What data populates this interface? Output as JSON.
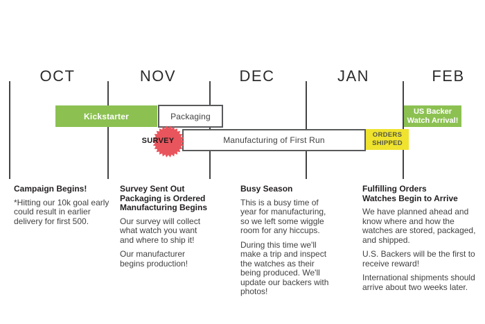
{
  "colors": {
    "green": "#8cc152",
    "yellow": "#efe32e",
    "red": "#e9555d"
  },
  "months": [
    "OCT",
    "NOV",
    "DEC",
    "JAN",
    "FEB"
  ],
  "bars": {
    "kickstarter": "Kickstarter",
    "packaging": "Packaging",
    "survey": "SURVEY",
    "manufacturing": "Manufacturing of First Run",
    "orders_shipped": [
      "ORDERS",
      "SHIPPED"
    ],
    "us_backer": [
      "US Backer",
      "Watch Arrival!"
    ]
  },
  "columns": [
    {
      "heading": [
        "Campaign Begins!"
      ],
      "paragraphs": [
        "*Hitting our 10k goal early could result in earlier delivery for first 500."
      ]
    },
    {
      "heading": [
        "Survey Sent Out",
        "Packaging is Ordered",
        "Manufacturing Begins"
      ],
      "paragraphs": [
        "Our survey will collect what watch you want and where to ship it!",
        "Our manufacturer begins production!"
      ]
    },
    {
      "heading": [
        "Busy Season"
      ],
      "paragraphs": [
        "This is a busy time of year for manufacturing, so we left some wiggle room for any hiccups.",
        "During this time we'll make a trip and inspect the watches as their being produced. We'll update our backers with photos!"
      ]
    },
    {
      "heading": [
        "Fulfilling Orders",
        "Watches Begin to Arrive"
      ],
      "paragraphs": [
        "We have planned ahead and know where and how the watches are stored, packaged, and shipped.",
        "U.S. Backers will be the first to receive reward!",
        "International shipments should arrive about two weeks later."
      ]
    }
  ]
}
